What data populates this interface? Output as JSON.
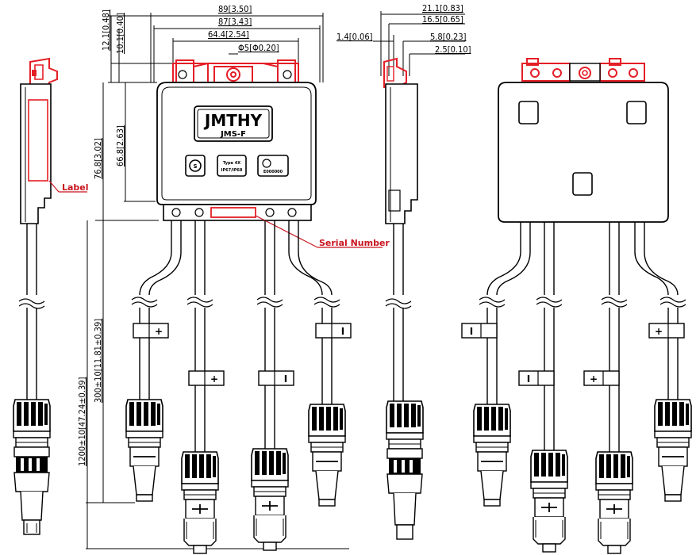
{
  "dimensions": {
    "overall_width": "89[3.50]",
    "body_width": "87[3.43]",
    "bracket_spacing": "64.4[2.54]",
    "hole_diameter": "Φ5[Φ0.20]",
    "top_offset_1": "12.1[0.48]",
    "top_offset_2": "10.1[0.40]",
    "body_height": "66.8[2.63]",
    "total_height": "76.8[3.02]",
    "cable_short": "300±10[11.81±0.39]",
    "cable_long": "1200±10[47.24±0.39]",
    "side_depth": "21.1[0.83]",
    "side_body_depth": "16.5[0.65]",
    "side_wall": "1.4[0.06]",
    "side_clip": "5.8[0.23]",
    "side_tab": "2.5[0.10]"
  },
  "labels": {
    "label_callout": "Label",
    "serial_callout": "Serial Number"
  },
  "box_front": {
    "brand": "JMTHY",
    "model": "JMS-F",
    "type_line1": "Type 4X",
    "type_line2": "IP67/IP68",
    "cert_text": "E000000"
  },
  "polarity": {
    "plus": "+",
    "minus": "I"
  },
  "colors": {
    "line": "#000000",
    "highlight": "#e41e26",
    "label_text": "#c8141e"
  }
}
